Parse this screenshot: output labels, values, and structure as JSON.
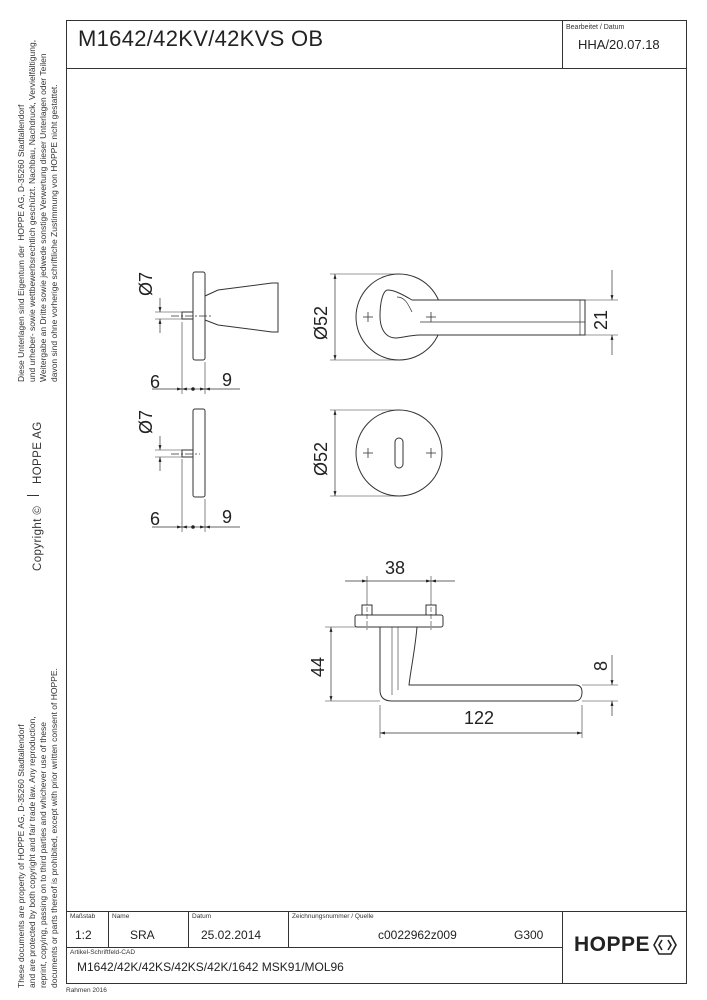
{
  "header": {
    "title": "M1642/42KV/42KVS OB",
    "edited_label": "Bearbeitet  / Datum",
    "edited_value": "HHA/20.07.18"
  },
  "side": {
    "german_lines": [
      "Diese Unterlagen sind Eigentum der  HOPPE AG, D-35260 Stadtallendorf",
      "und urheber- sowie wettbewerbsrechtlich geschützt. Nachbau, Nachdruck, Vervielfältigung,",
      "Weitergabe an Dritte sowie jedwede sonstige Verwertung dieser Unterlagen oder Teilen",
      "davon sind ohne vorherige schriftliche Zustimmung von HOPPE nicht gestattet."
    ],
    "english_lines": [
      "These documents are property of HOPPE AG, D-35260 Stadtallendorf",
      "and are protected by both copyright and fair trade law. Any reproduction,",
      "reprint, copying, passing on to third parties and whichever use of these",
      "documents or parts thereof is prohibited, except with prior written consent of HOPPE."
    ],
    "company": "HOPPE  AG",
    "copyright": "Copyright ©"
  },
  "dimensions": {
    "d7_top": "Ø7",
    "d6_top": "6",
    "d9_top": "9",
    "d7_bottom": "Ø7",
    "d6_bottom": "6",
    "d9_bottom": "9",
    "d52_top": "Ø52",
    "d21": "21",
    "d52_bottom": "Ø52",
    "d38": "38",
    "d44": "44",
    "d8": "8",
    "d122": "122"
  },
  "titleblock": {
    "scale_label": "Maßstab",
    "scale_value": "1:2",
    "name_label": "Name",
    "name_value": "SRA",
    "date_label": "Datum",
    "date_value": "25.02.2014",
    "drawing_label": "Zeichnungsnummer / Quelle",
    "drawing_value": "c0022962z009",
    "grade": "G300",
    "article_label": "Artikel-Schriftfeld-CAD",
    "article_value": "M1642/42K/42KS/42KS/42K/1642  MSK91/MOL96",
    "logo": "HOPPE"
  },
  "footer": "Rahmen 2016"
}
